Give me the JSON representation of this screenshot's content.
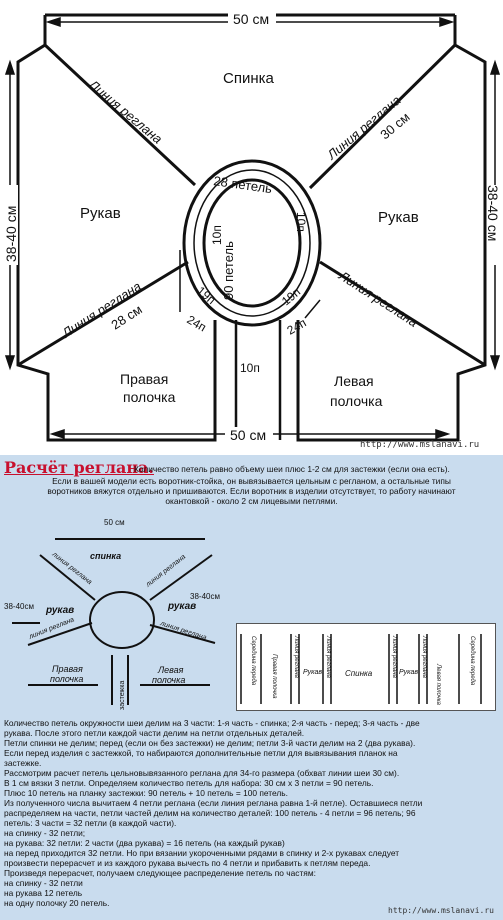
{
  "top": {
    "width_top": "50 см",
    "width_bottom": "50 см",
    "back": "Спинка",
    "left_sleeve": "Рукав",
    "right_sleeve": "Рукав",
    "height_left": "38-40 см",
    "height_right": "38-40 см",
    "raglan_ul": "Линия реглана",
    "raglan_ur": "Линия реглана",
    "raglan_ll": "Линия реглана",
    "raglan_lr": "Линия реглана",
    "len_30": "30 см",
    "len_28": "28 см",
    "stitches_28": "28 петель",
    "stitches_90": "90 петель",
    "stitches_10_l": "10п",
    "stitches_10_r": "10п",
    "stitches_19_l": "19п",
    "stitches_19_r": "19п",
    "stitches_24_l": "24п",
    "stitches_24_r": "24п",
    "stitches_10_placket": "10п",
    "right_front_1": "Правая",
    "right_front_2": "полочка",
    "left_front_1": "Левая",
    "left_front_2": "полочка",
    "watermark": "http://www.mslanavi.ru"
  },
  "bottom": {
    "title": "Расчёт реглана.",
    "intro": "Количество петель равно объему шеи плюс 1-2 см для застежки (если она есть).",
    "p1_l1": "Если в вашей модели есть воротник-стойка, он вывязывается цельным с регланом, а остальные типы",
    "p1_l2": "воротников вяжутся отдельно и пришиваются. Если воротник в изделии отсутствует, то работу начинают",
    "p1_l3": "окантовкой - около 2 см лицевыми петлями.",
    "small": {
      "w": "50 см",
      "back": "спинка",
      "h": "38-40см",
      "sleeve_l": "рукав",
      "sleeve_r": "рукав",
      "h_r": "38-40см",
      "rl1": "линия реглана",
      "rl2": "линия реглана",
      "rl3": "линия реглана",
      "rl4": "линия реглана",
      "rf1": "Правая",
      "rf2": "полочка",
      "lf1": "Левая",
      "lf2": "полочка",
      "placket": "застежка"
    },
    "strip": [
      "Середина переда",
      "Правая полочка",
      "Линия реглана",
      "Рукав",
      "Линия реглана",
      "Спинка",
      "Линия реглана",
      "Рукав",
      "Линия реглана",
      "Левая полочка",
      "Середина переда"
    ],
    "text": [
      "Количество петель окружности шеи делим на 3 части: 1-я часть - спинка; 2-я часть - перед; 3-я часть - две",
      "рукава. После этого петли каждой части делим на петли отдельных деталей.",
      "Петли спинки не делим; перед (если он без застежки) не делим; петли 3-й части делим на 2 (два рукава).",
      "Если перед изделия с застежкой, то набираются дополнительные петли для вывязывания планок на",
      "застежке.",
      "Рассмотрим расчет петель цельновывязанного реглана для 34-го размера (обхват линии шеи 30 см).",
      "В 1 см вязки 3 петли. Определяем количество петель для набора: 30 см х 3 петли = 90 петель.",
      "Плюс 10 петель на планку застежки: 90 петель + 10 петель = 100 петель.",
      "Из полученного числа вычитаем 4 петли реглана (если линия реглана равна 1-й петле). Оставшиеся петли",
      "распределяем на части, петли частей делим на количество деталей: 100 петель - 4 петли = 96 петель; 96",
      "петель: 3 части = 32 петли (в каждой части).",
      "на спинку - 32 петли;",
      "на рукава: 32 петли: 2 части (два рукава) = 16 петель (на каждый рукав)",
      "на перед приходится 32 петли. Но при вязании укороченными рядами в спинку и 2-х рукавах следует",
      "произвести перерасчет и из каждого рукава вычесть по 4 петли и прибавить к петлям переда.",
      "Произведя перерасчет, получаем следующее распределение петель по частям:",
      "на спинку - 32 петли",
      "на рукава 12 петель",
      "на одну полочку 20 петель."
    ],
    "watermark": "http://www.mslanavi.ru"
  }
}
